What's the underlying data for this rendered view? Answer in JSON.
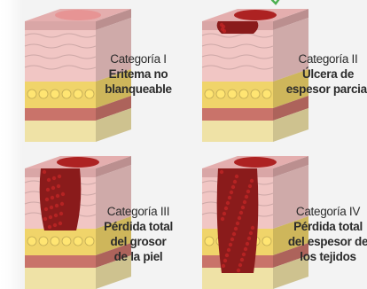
{
  "stages": [
    {
      "category": "Categoría I",
      "name_lines": [
        "Eritema no",
        "blanqueable"
      ],
      "depth": 0
    },
    {
      "category": "Categoría II",
      "name_lines": [
        "Úlcera de",
        "espesor parcial"
      ],
      "depth": 1
    },
    {
      "category": "Categoría III",
      "name_lines": [
        "Pérdida total",
        "del grosor",
        "de la piel"
      ],
      "depth": 2
    },
    {
      "category": "Categoría IV",
      "name_lines": [
        "Pérdida total",
        "del espesor de",
        "los tejidos"
      ],
      "depth": 3
    }
  ],
  "colors": {
    "epidermis": "#d9a6a6",
    "dermis": "#f1c6c4",
    "fat": "#f0d46a",
    "muscle": "#c9736a",
    "bone": "#efe2a6",
    "wound": "#8a1b1b",
    "erythema": "#e88f8f",
    "check": "#4caf50"
  }
}
